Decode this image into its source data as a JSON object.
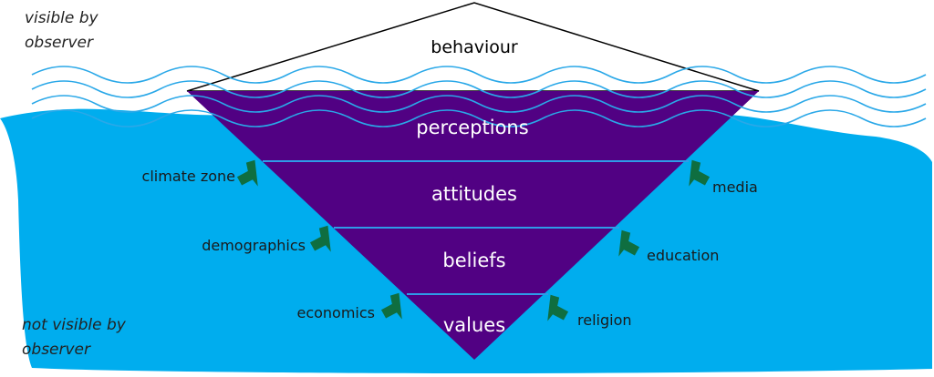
{
  "corner_labels": {
    "visible_line1": "visible by",
    "visible_line2": "observer",
    "not_visible_line1": "not visible by",
    "not_visible_line2": "observer"
  },
  "pyramid": {
    "tip_label": "behaviour",
    "layers": [
      "perceptions",
      "attitudes",
      "beliefs",
      "values"
    ]
  },
  "factors_left": [
    "climate zone",
    "demographics",
    "economics"
  ],
  "factors_right": [
    "media",
    "education",
    "religion"
  ],
  "colors": {
    "water": "#00adee",
    "wave": "#2aa8e8",
    "pyramid": "#510183",
    "divider": "#2f9be8",
    "arrow": "#0f6e40"
  }
}
